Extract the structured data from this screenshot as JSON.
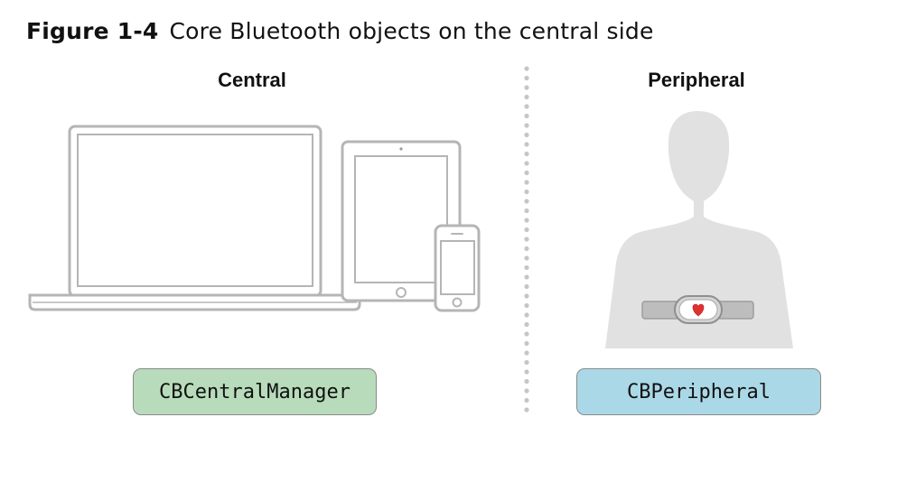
{
  "figure": {
    "number": "Figure 1-4",
    "caption": "Core Bluetooth objects on the central side"
  },
  "central": {
    "heading": "Central",
    "class_name": "CBCentralManager",
    "devices": [
      "laptop-icon",
      "tablet-icon",
      "phone-icon"
    ]
  },
  "peripheral": {
    "heading": "Peripheral",
    "class_name": "CBPeripheral",
    "device": "heart-rate-monitor-on-person-icon"
  },
  "colors": {
    "central_box": "#b8dcbb",
    "peripheral_box": "#abd8e6",
    "device_outline": "#b5b5b5",
    "person_silhouette": "#e0e0e0",
    "heart": "#e03131",
    "divider_dots": "#c6c6c6"
  }
}
